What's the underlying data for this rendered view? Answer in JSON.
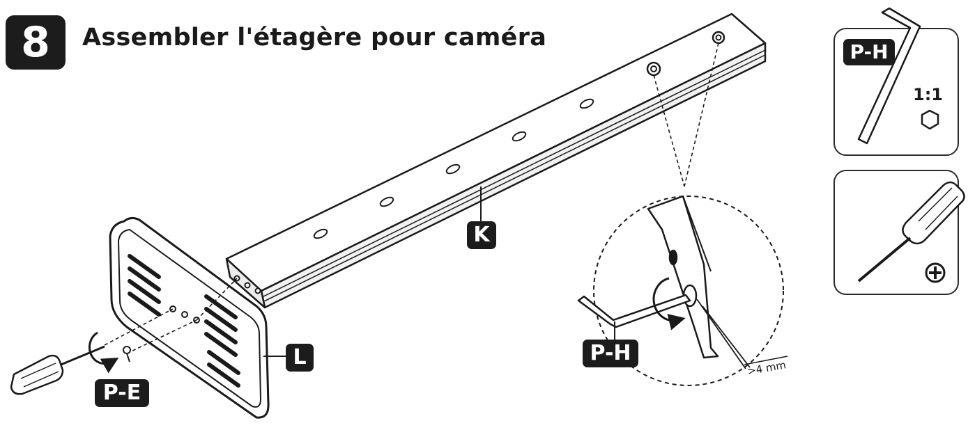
{
  "step_number": "8",
  "title": "Assembler l'étagère pour caméra",
  "parts": {
    "shelf_bar": "K",
    "bracket_plate": "L",
    "screw": "P-E",
    "hex_key": "P-H"
  },
  "detail": {
    "tool_label": "P-H",
    "clearance": ">4 mm"
  },
  "tools": {
    "hex_key_label": "P-H",
    "scale": "1:1"
  },
  "colors": {
    "ink": "#1a1a1a",
    "tag_bg": "#1c1c1c",
    "paper": "#ffffff"
  }
}
